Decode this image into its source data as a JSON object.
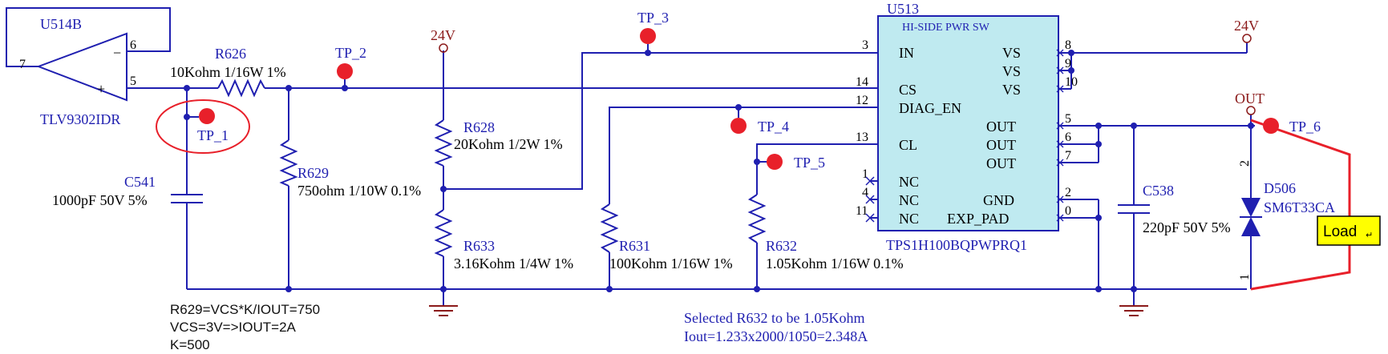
{
  "parts": {
    "opamp": {
      "ref": "U514B",
      "value": "TLV9302IDR",
      "pin_out": "7",
      "pin_inm": "6",
      "pin_inp": "5"
    },
    "r626": {
      "ref": "R626",
      "value": "10Kohm 1/16W 1%"
    },
    "r629": {
      "ref": "R629",
      "value": "750ohm 1/10W 0.1%"
    },
    "r628": {
      "ref": "R628",
      "value": "20Kohm 1/2W 1%"
    },
    "r633": {
      "ref": "R633",
      "value": "3.16Kohm 1/4W 1%"
    },
    "r631": {
      "ref": "R631",
      "value": "100Kohm 1/16W 1%"
    },
    "r632": {
      "ref": "R632",
      "value": "1.05Kohm 1/16W 0.1%"
    },
    "c541": {
      "ref": "C541",
      "value": "1000pF 50V 5%"
    },
    "c538": {
      "ref": "C538",
      "value": "220pF 50V 5%"
    },
    "d506": {
      "ref": "D506",
      "value": "SM6T33CA",
      "pin_top": "2",
      "pin_bottom": "1"
    },
    "u513": {
      "ref": "U513",
      "title": "HI-SIDE PWR SW",
      "value": "TPS1H100BQPWPRQ1",
      "left_pins": [
        {
          "num": "3",
          "name": "IN"
        },
        {
          "num": "14",
          "name": "CS"
        },
        {
          "num": "12",
          "name": "DIAG_EN"
        },
        {
          "num": "13",
          "name": "CL"
        },
        {
          "num": "1",
          "name": "NC"
        },
        {
          "num": "4",
          "name": "NC"
        },
        {
          "num": "11",
          "name": "NC"
        }
      ],
      "right_pins": [
        {
          "num": "8",
          "name": "VS"
        },
        {
          "num": "9",
          "name": "VS"
        },
        {
          "num": "10",
          "name": "VS"
        },
        {
          "num": "5",
          "name": "OUT"
        },
        {
          "num": "6",
          "name": "OUT"
        },
        {
          "num": "7",
          "name": "OUT"
        },
        {
          "num": "2",
          "name": "GND"
        },
        {
          "num": "0",
          "name": "EXP_PAD"
        }
      ]
    }
  },
  "test_points": [
    "TP_1",
    "TP_2",
    "TP_3",
    "TP_4",
    "TP_5",
    "TP_6"
  ],
  "power": {
    "vin_left": "24V",
    "vin_right": "24V",
    "out": "OUT"
  },
  "load_label": "Load",
  "notes": {
    "left": [
      "R629=VCS*K/IOUT=750",
      "VCS=3V=>IOUT=2A",
      "K=500"
    ],
    "bottom": [
      "Selected R632 to be 1.05Kohm",
      "Iout=1.233x2000/1050=2.348A"
    ]
  },
  "colors": {
    "wire": "#1f1fb0",
    "test_point": "#e8202a",
    "ic_fill": "#bfeaf0",
    "load_fill": "#ffff00",
    "highlight": "#e8202a",
    "power_label": "#8b1a1a"
  }
}
